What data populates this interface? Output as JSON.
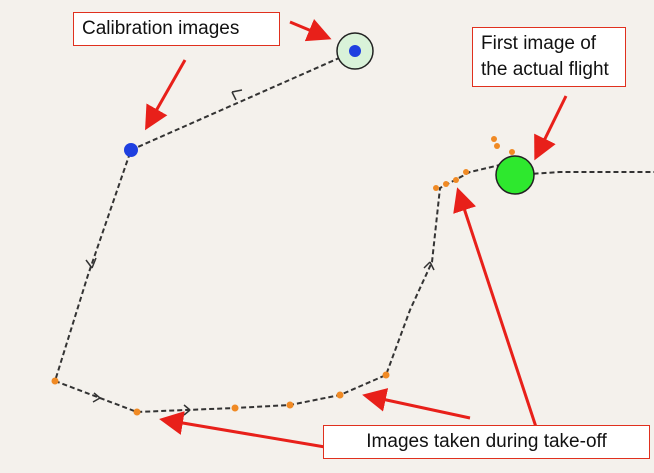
{
  "labels": {
    "calibration": "Calibration images",
    "first_image_line1": "First image of",
    "first_image_line2": "the actual flight",
    "takeoff": "Images taken during take-off"
  },
  "colors": {
    "background": "#f4f1ec",
    "arrow": "#e8201a",
    "calibration_point": "#1e3fe0",
    "first_image_point": "#2ee82e",
    "takeoff_point": "#f08a24",
    "path": "#333333"
  }
}
